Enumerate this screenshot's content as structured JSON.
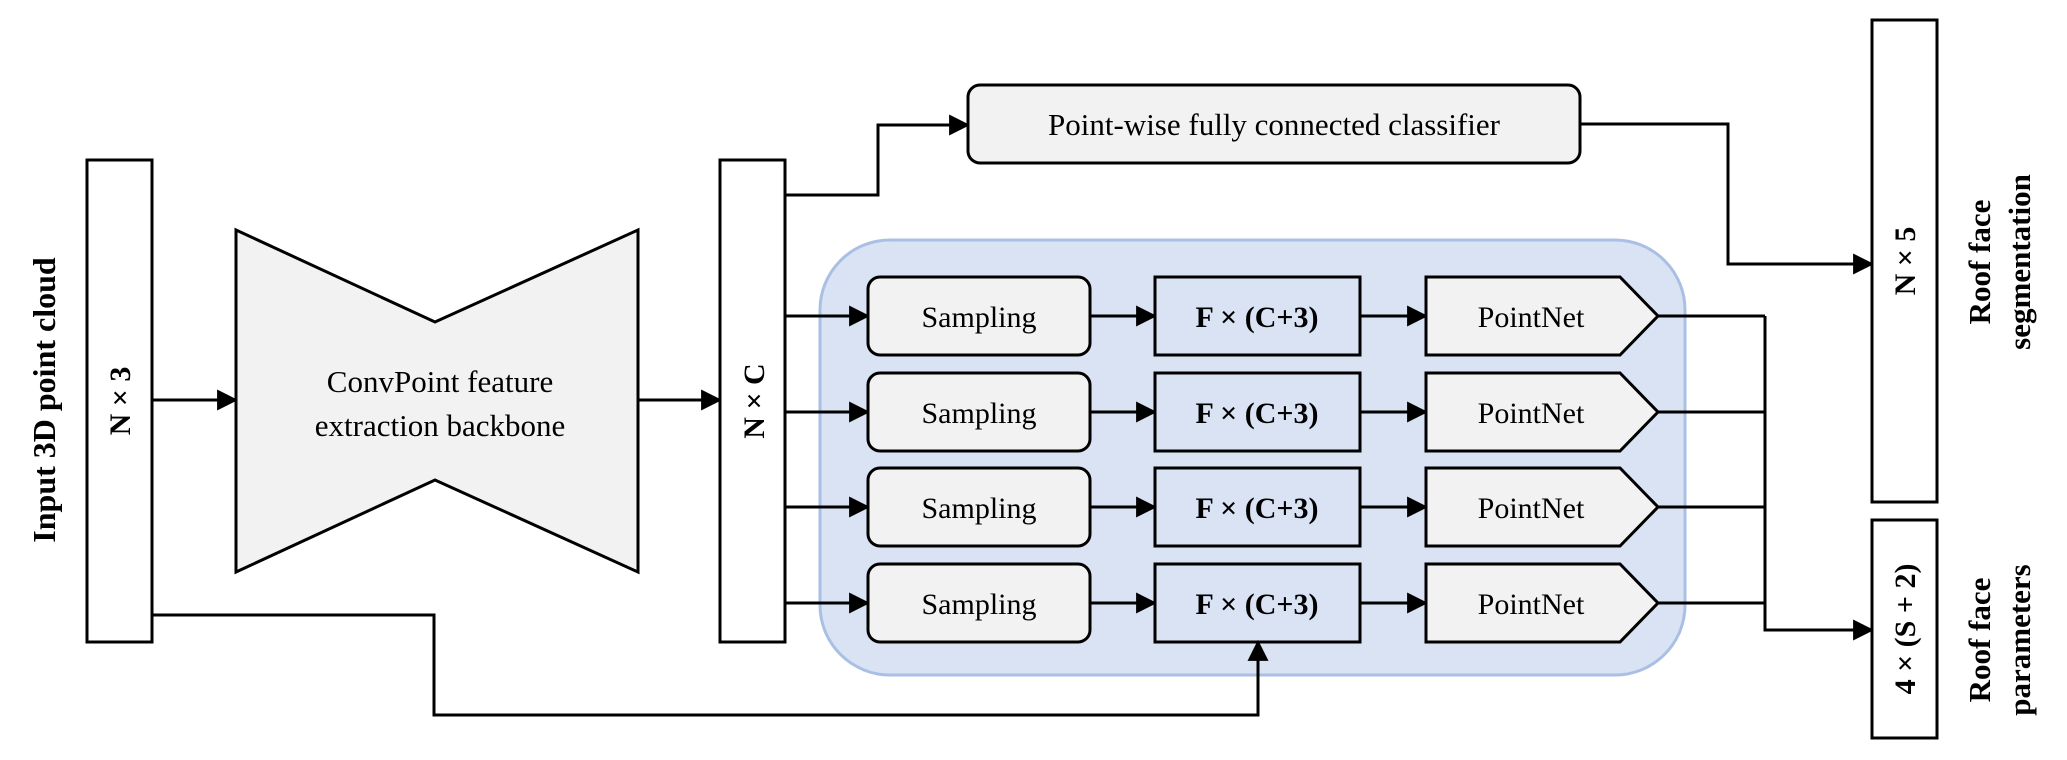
{
  "input": {
    "label": "Input 3D point cloud",
    "shape": "N × 3"
  },
  "backbone": {
    "line1": "ConvPoint feature",
    "line2": "extraction backbone"
  },
  "features": {
    "shape": "N × C"
  },
  "classifier": {
    "label": "Point-wise fully connected classifier"
  },
  "branches": [
    {
      "sampling": "Sampling",
      "group": "F × (C+3)",
      "pointnet": "PointNet"
    },
    {
      "sampling": "Sampling",
      "group": "F × (C+3)",
      "pointnet": "PointNet"
    },
    {
      "sampling": "Sampling",
      "group": "F × (C+3)",
      "pointnet": "PointNet"
    },
    {
      "sampling": "Sampling",
      "group": "F × (C+3)",
      "pointnet": "PointNet"
    }
  ],
  "outputs": {
    "segmentation": {
      "shape": "N × 5",
      "line1": "Roof face",
      "line2": "segmentation"
    },
    "parameters": {
      "shape": "4 × (S + 2)",
      "line1": "Roof face",
      "line2": "parameters"
    }
  },
  "colors": {
    "stroke": "#000000",
    "box_fill": "#f2f2f2",
    "group_fill": "#dae3f3",
    "group_stroke": "#a9c0e4",
    "pointnet_bg": "#dae3f3"
  }
}
